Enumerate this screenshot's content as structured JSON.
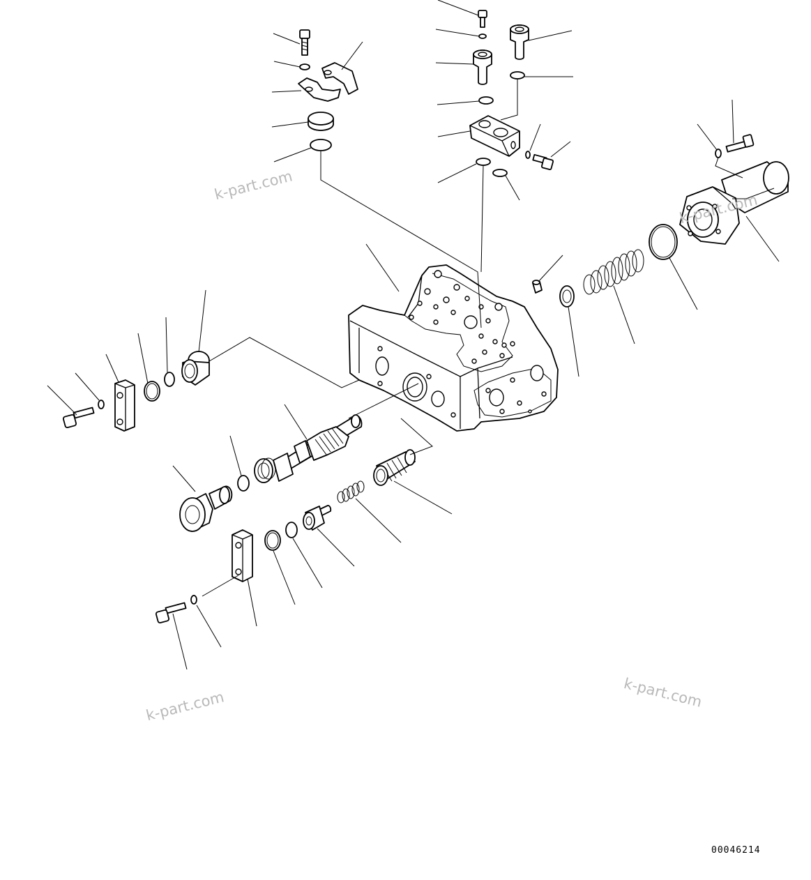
{
  "drawing": {
    "number": "00046214",
    "watermarks": [
      "k-part.com",
      "k-part.com",
      "k-part.com",
      "k-part.com"
    ]
  },
  "parts": [
    {
      "id": "valve-body"
    },
    {
      "id": "split-flange-upper"
    },
    {
      "id": "split-flange-lower"
    },
    {
      "id": "flange-bolt"
    },
    {
      "id": "flange-washer"
    },
    {
      "id": "plug-cap"
    },
    {
      "id": "o-ring-top-left"
    },
    {
      "id": "top-bolt"
    },
    {
      "id": "top-washer"
    },
    {
      "id": "union-fitting-left"
    },
    {
      "id": "union-fitting-right"
    },
    {
      "id": "o-ring-union-left"
    },
    {
      "id": "o-ring-union-right"
    },
    {
      "id": "block-fitting"
    },
    {
      "id": "block-side-bolt"
    },
    {
      "id": "block-washer"
    },
    {
      "id": "o-ring-block-left"
    },
    {
      "id": "o-ring-block-right"
    },
    {
      "id": "small-plug"
    },
    {
      "id": "cover-cylinder"
    },
    {
      "id": "cover-bolt"
    },
    {
      "id": "cover-washer"
    },
    {
      "id": "large-o-ring"
    },
    {
      "id": "large-spring"
    },
    {
      "id": "spring-seat-washer"
    },
    {
      "id": "left-piston"
    },
    {
      "id": "o-ring-left-1"
    },
    {
      "id": "backup-ring-left"
    },
    {
      "id": "retainer-plate-upper"
    },
    {
      "id": "retainer-washer-upper"
    },
    {
      "id": "retainer-bolt-upper"
    },
    {
      "id": "main-spool"
    },
    {
      "id": "spool-o-ring"
    },
    {
      "id": "end-cap"
    },
    {
      "id": "small-spool"
    },
    {
      "id": "small-spring"
    },
    {
      "id": "poppet"
    },
    {
      "id": "o-ring-lower"
    },
    {
      "id": "backup-ring-lower"
    },
    {
      "id": "retainer-plate-lower"
    },
    {
      "id": "retainer-washer-lower"
    },
    {
      "id": "retainer-bolt-lower"
    }
  ]
}
